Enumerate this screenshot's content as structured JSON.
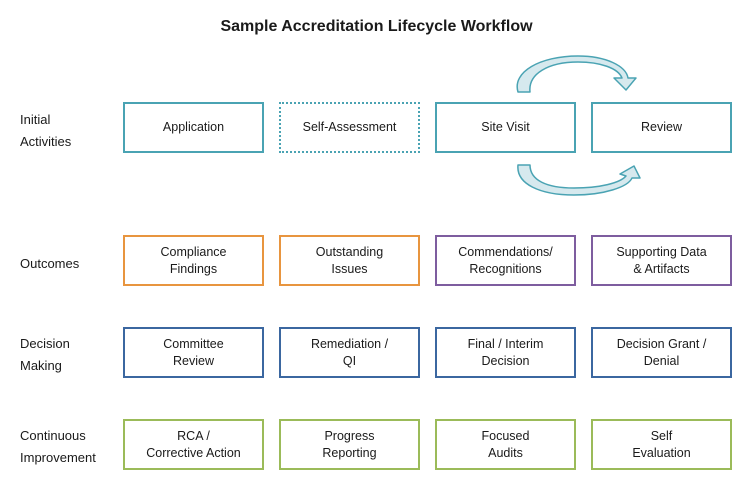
{
  "title": "Sample Accreditation Lifecycle Workflow",
  "rows": [
    {
      "label": "Initial\nActivities",
      "boxes": [
        "Application",
        "Self-Assessment",
        "Site Visit",
        "Review"
      ]
    },
    {
      "label": "Outcomes",
      "boxes": [
        "Compliance\nFindings",
        "Outstanding\nIssues",
        "Commendations/\nRecognitions",
        "Supporting Data\n& Artifacts"
      ]
    },
    {
      "label": "Decision\nMaking",
      "boxes": [
        "Committee\nReview",
        "Remediation /\nQI",
        "Final / Interim\nDecision",
        "Decision Grant /\nDenial"
      ]
    },
    {
      "label": "Continuous\nImprovement",
      "boxes": [
        "RCA /\nCorrective Action",
        "Progress\nReporting",
        "Focused\nAudits",
        "Self\nEvaluation"
      ]
    }
  ],
  "colors": {
    "initial": "#4aa3b3",
    "outcomes_orange": "#e8953f",
    "outcomes_purple": "#7e5d9f",
    "decision": "#3b67a0",
    "improvement": "#9bbb59",
    "cycle_arrow_fill": "#d6e9ee"
  }
}
